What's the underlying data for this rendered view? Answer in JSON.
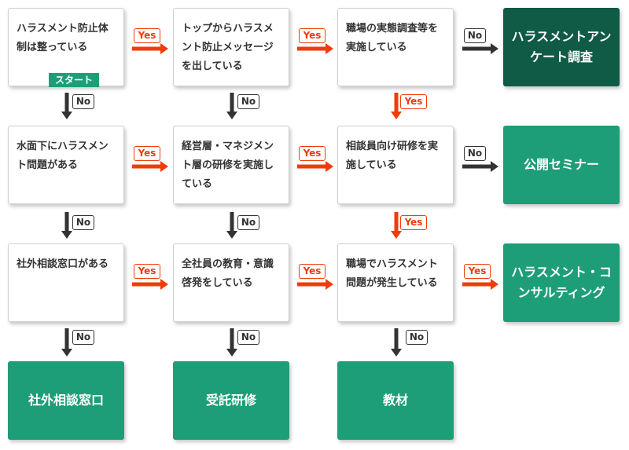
{
  "colors": {
    "green": "#1e9e78",
    "dark_green": "#0f5b45",
    "yes_orange": "#f03c0a",
    "no_dark": "#333333"
  },
  "questions": {
    "q11": "ハラスメント防止体制は整っている",
    "q12": "トップからハラスメント防止メッセージを出している",
    "q13": "職場の実態調査等を実施している",
    "q21": "水面下にハラスメント問題がある",
    "q22": "経営層・マネジメント層の研修を実施している",
    "q23": "相談員向け研修を実施している",
    "q31": "社外相談窓口がある",
    "q32": "全社員の教育・意識啓発をしている",
    "q33": "職場でハラスメント問題が発生している"
  },
  "start_label": "スタート",
  "results": {
    "r14": "ハラスメントアンケート調査",
    "r24": "公開セミナー",
    "r34": "ハラスメント・コンサルティング",
    "r41": "社外相談窓口",
    "r42": "受託研修",
    "r43": "教材"
  },
  "labels": {
    "yes": "Yes",
    "no": "No"
  }
}
